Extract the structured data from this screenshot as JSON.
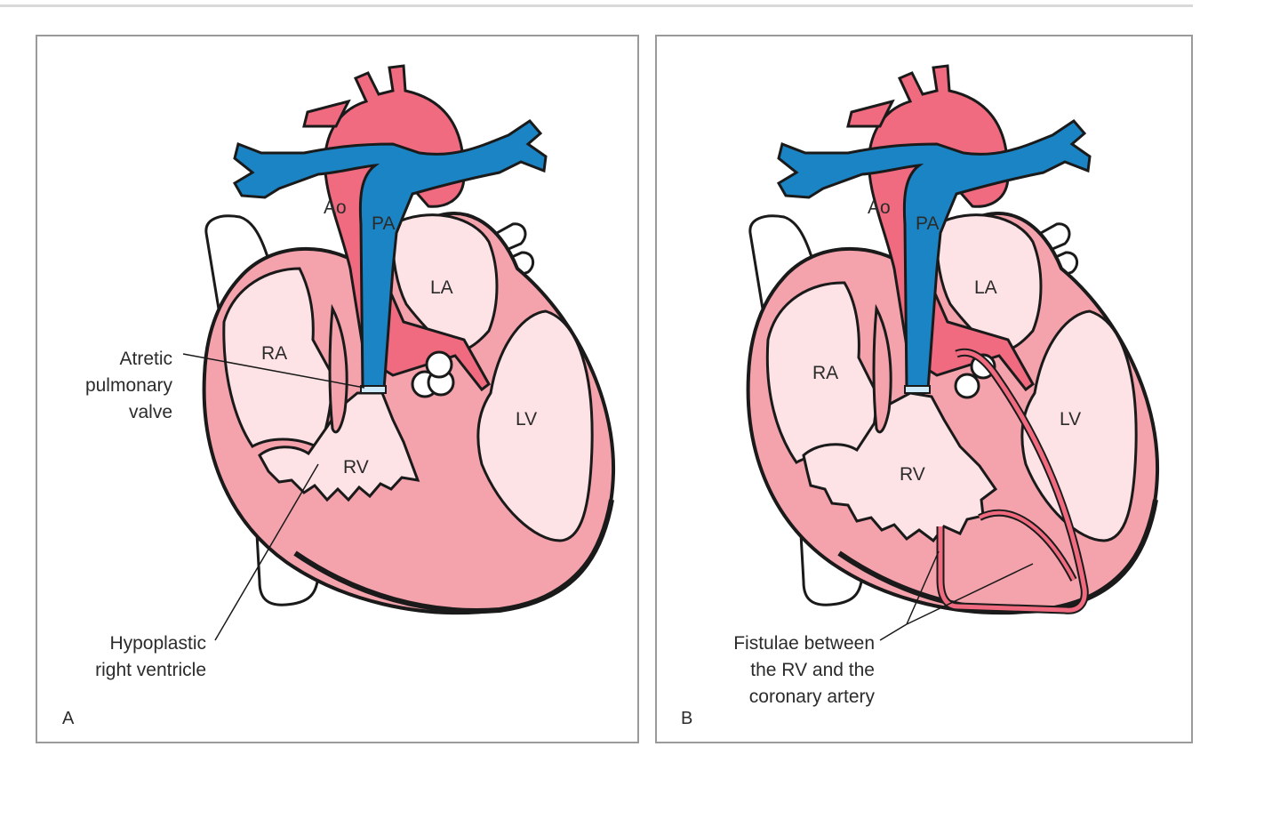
{
  "colors": {
    "artery_red": "#f06b7f",
    "vein_blue": "#1a84c4",
    "myocardium": "#f4a3ad",
    "chamber": "#fde2e6",
    "outline": "#1a1a1a"
  },
  "panel_a": {
    "letter": "A",
    "labels": {
      "ao": "Ao",
      "pa": "PA",
      "la": "LA",
      "ra": "RA",
      "lv": "LV",
      "rv": "RV"
    },
    "callouts": {
      "atretic": [
        "Atretic",
        "pulmonary",
        "valve"
      ],
      "hypoplastic": [
        "Hypoplastic",
        "right ventricle"
      ]
    }
  },
  "panel_b": {
    "letter": "B",
    "labels": {
      "ao": "Ao",
      "pa": "PA",
      "la": "LA",
      "ra": "RA",
      "lv": "LV",
      "rv": "RV"
    },
    "callouts": {
      "fistulae": [
        "Fistulae between",
        "the RV and the",
        "coronary artery"
      ]
    }
  }
}
